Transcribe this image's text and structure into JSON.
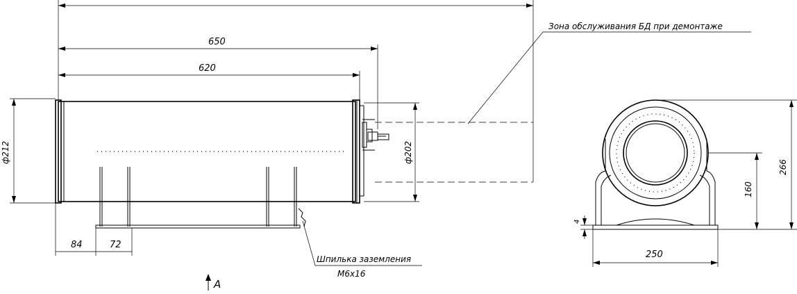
{
  "labels": {
    "service_zone": "Зона обслуживания БД при демонтаже",
    "grounding_stud": "Шпилька заземления",
    "stud_size": "М6х16",
    "view_a": "А"
  },
  "dimensions": {
    "length_650": "650",
    "length_620": "620",
    "dia_212": "ф212",
    "dia_202": "ф202",
    "offset_84": "84",
    "foot_72": "72",
    "base_250": "250",
    "axis_height_160": "160",
    "height_266": "266",
    "plate_4": "4"
  }
}
